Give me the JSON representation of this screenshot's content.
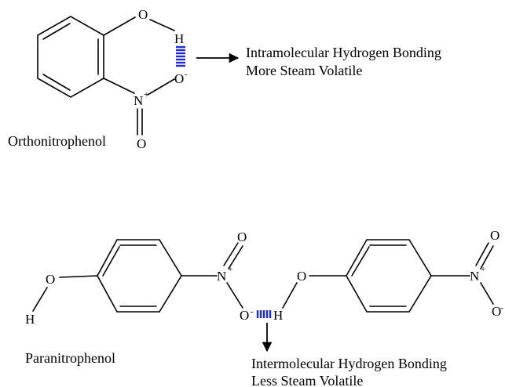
{
  "top": {
    "compound_name": "Orthonitrophenol",
    "atoms": {
      "o_hydroxyl": "O",
      "h": "H",
      "o_nitro": "O",
      "o_nitro_charge": "-",
      "n": "N",
      "n_charge": "+",
      "o_double": "O"
    },
    "annotation_line1": "Intramolecular Hydrogen Bonding",
    "annotation_line2": "More Steam Volatile"
  },
  "bottom": {
    "compound_name": "Paranitrophenol",
    "left_molecule": {
      "o_hydroxyl": "O",
      "h": "H",
      "n": "N",
      "n_charge": "+",
      "o_double": "O",
      "o_minus": "O",
      "o_minus_charge": "-"
    },
    "right_molecule": {
      "o_hydroxyl": "O",
      "h": "H",
      "n": "N",
      "n_charge": "+",
      "o_double": "O",
      "o_minus": "O",
      "o_minus_charge": "-"
    },
    "annotation_line1": "Intermolecular Hydrogen Bonding",
    "annotation_line2": "Less Steam Volatile"
  },
  "colors": {
    "hydrogen_bond": "#1f2bd6",
    "bond": "#000000"
  }
}
